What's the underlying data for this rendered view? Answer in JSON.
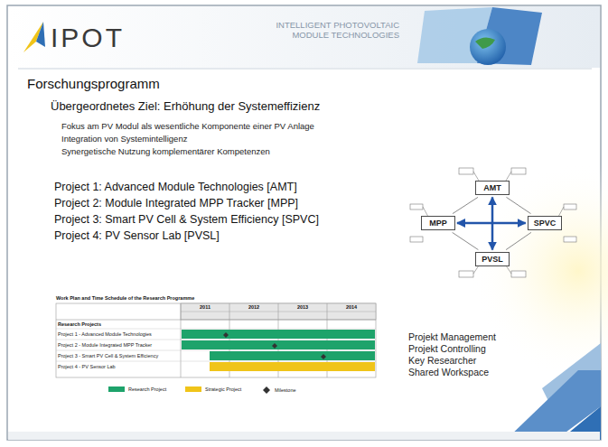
{
  "diagram": {
    "title": "Forschungsprogramm",
    "nodes": [
      {
        "text": [
          "AMT"
        ]
      },
      {
        "text": [
          "MPP"
        ]
      },
      {
        "text": [
          "SPVC"
        ]
      },
      {
        "text": [
          "PVSL"
        ]
      }
    ],
    "edges": [
      {
        "from": 0,
        "to": 1,
        "arrow": "none"
      },
      {
        "from": 0,
        "to": 2,
        "arrow": "none"
      },
      {
        "from": 1,
        "to": 3,
        "arrow": "none"
      },
      {
        "from": 2,
        "to": 3,
        "arrow": "none"
      },
      {
        "from": 1,
        "to": 2,
        "arrow": "both"
      },
      {
        "from": 0,
        "to": 3,
        "arrow": "both"
      }
    ],
    "labels": [
      "INTELLIGENT PHOTOVOLTAIC MODULE TECHNOLOGIES",
      "IPOT",
      "Übergeordnetes Ziel: Erhöhung der Systemeffizienz",
      "Fokus am PV Modul als wesentliche Komponente einer PV Anlage",
      "Integration von Systemintelligenz",
      "Synergetische Nutzung komplementärer Kompetenzen",
      "Project 1: Advanced Module Technologies [AMT]",
      "Project 2: Module Integrated MPP Tracker [MPP]",
      "Project 3: Smart PV Cell & System Efficiency [SPVC]",
      "Project 4: PV Sensor Lab [PVSL]",
      "Work Plan and Time Schedule of the Research Programme",
      "2011",
      "2012",
      "2013",
      "2014",
      "Research Projects",
      "Project 1 - Advanced Module Technologies",
      "Project 2 - Module Integrated MPP Tracker",
      "Project 3 - Smart PV Cell & System Efficiency",
      "Project 4 - PV Sensor Lab",
      "Projekt Management",
      "Projekt Controlling",
      "Key Researcher",
      "Shared Workspace"
    ],
    "legend": [
      {
        "text": "Research Project",
        "color": "#1ea36b"
      },
      {
        "text": "Strategic Project",
        "color": "#f0c419"
      },
      {
        "text": "Milestone"
      }
    ]
  }
}
